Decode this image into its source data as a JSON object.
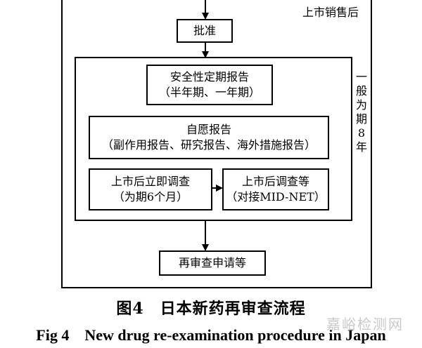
{
  "diagram": {
    "outer_label": "上市销售后",
    "approval": "批准",
    "period_label": "一般为期8年",
    "psr": {
      "line1": "安全性定期报告",
      "line2": "（半年期、一年期）"
    },
    "voluntary": {
      "line1": "自愿报告",
      "line2": "（副作用报告、研究报告、海外措施报告）"
    },
    "early_survey": {
      "line1": "上市后立即调查",
      "line2": "（为期6个月）"
    },
    "post_survey": {
      "line1": "上市后调查等",
      "line2": "（对接MID-NET）"
    },
    "reexam": "再审查申请等"
  },
  "caption": {
    "cn": "图4　日本新药再审查流程",
    "en": "Fig 4　New drug re-examination procedure in Japan"
  },
  "watermark": "嘉峪检测网"
}
